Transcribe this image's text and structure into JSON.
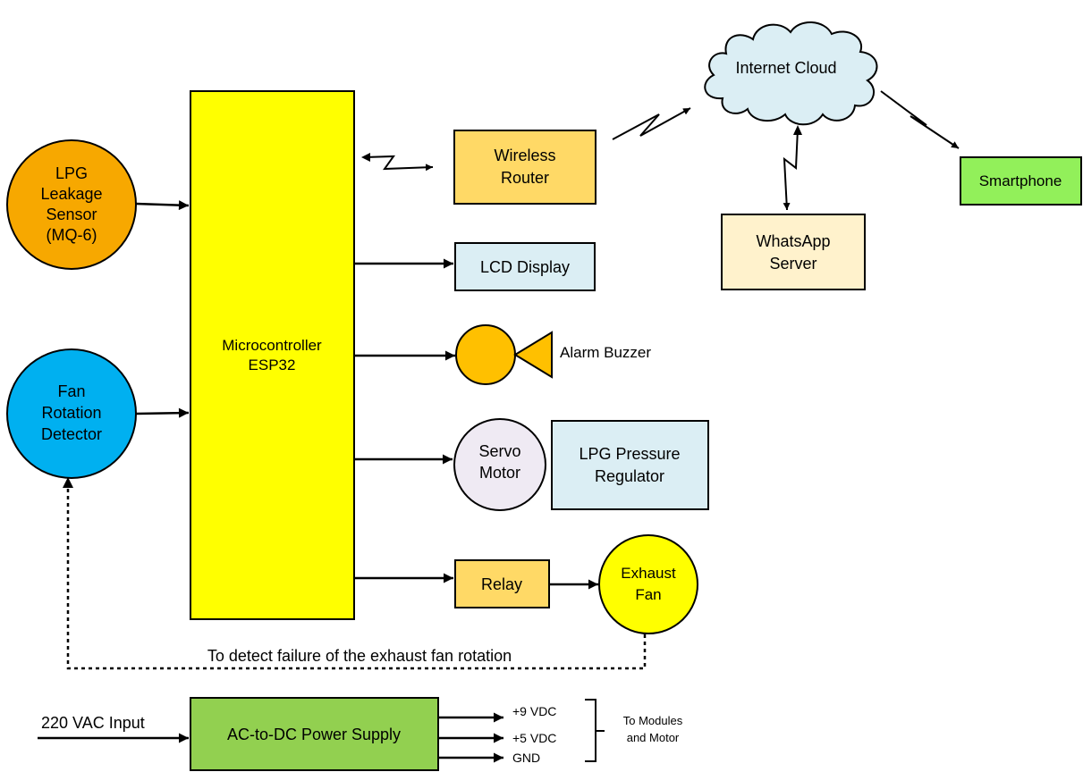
{
  "colors": {
    "mcu": "#ffff00",
    "orange_box": "#ffd966",
    "sensor_circle": "#f7a800",
    "detector_circle": "#00b0f0",
    "light_blue_box": "#dbeef4",
    "cream_box": "#fff2cc",
    "smartphone": "#92f05a",
    "power_supply": "#92d050",
    "servo_circle": "#efeaf3",
    "buzzer": "#ffc000",
    "fan_circle": "#ffff00",
    "cloud": "#dbeef4"
  },
  "nodes": {
    "lpg_sensor": {
      "line1": "LPG",
      "line2": "Leakage",
      "line3": "Sensor",
      "line4": "(MQ-6)"
    },
    "fan_detector": {
      "line1": "Fan",
      "line2": "Rotation",
      "line3": "Detector"
    },
    "mcu": {
      "line1": "Microcontroller",
      "line2": "ESP32"
    },
    "router": {
      "line1": "Wireless",
      "line2": "Router"
    },
    "lcd": {
      "label": "LCD Display"
    },
    "buzzer": {
      "label": "Alarm Buzzer"
    },
    "servo": {
      "line1": "Servo",
      "line2": "Motor"
    },
    "regulator": {
      "line1": "LPG Pressure",
      "line2": "Regulator"
    },
    "relay": {
      "label": "Relay"
    },
    "exhaust_fan": {
      "line1": "Exhaust",
      "line2": "Fan"
    },
    "cloud": {
      "label": "Internet Cloud"
    },
    "whatsapp": {
      "line1": "WhatsApp",
      "line2": "Server"
    },
    "smartphone": {
      "label": "Smartphone"
    },
    "power_supply": {
      "label": "AC-to-DC Power Supply"
    }
  },
  "labels": {
    "feedback_note": "To detect failure of the exhaust fan rotation",
    "ac_input": "220 VAC Input",
    "out_9v": "+9 VDC",
    "out_5v": "+5 VDC",
    "out_gnd": "GND",
    "brace_line1": "To Modules",
    "brace_line2": "and Motor"
  }
}
